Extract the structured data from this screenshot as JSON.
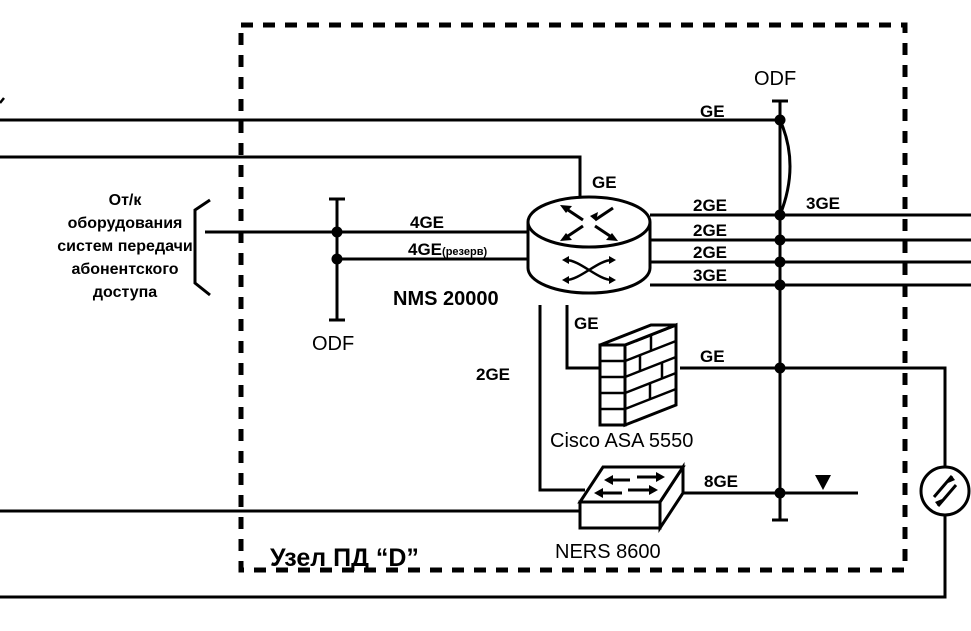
{
  "node": {
    "title": "Узел ПД “D”"
  },
  "source": {
    "lines": [
      "От/к",
      "оборудования",
      "систем передачи",
      "абонентского",
      "доступа"
    ]
  },
  "odf_left": {
    "label": "ODF"
  },
  "odf_right": {
    "label": "ODF"
  },
  "router": {
    "label": "NMS 20000"
  },
  "firewall": {
    "label": "Cisco ASA 5550"
  },
  "switch": {
    "label": "NERS 8600"
  },
  "links": {
    "uplink_top": "GE",
    "router_up": "GE",
    "access_main": "4GE",
    "access_reserve": "4GE",
    "access_reserve_note": "(резерв)",
    "router_out_1": "2GE",
    "router_out_2": "2GE",
    "router_out_3": "2GE",
    "router_out_4": "3GE",
    "odf_out": "3GE",
    "router_fw": "GE",
    "fw_out": "GE",
    "router_switch": "2GE",
    "switch_out": "8GE"
  },
  "colors": {
    "line": "#000000",
    "background": "#ffffff"
  }
}
